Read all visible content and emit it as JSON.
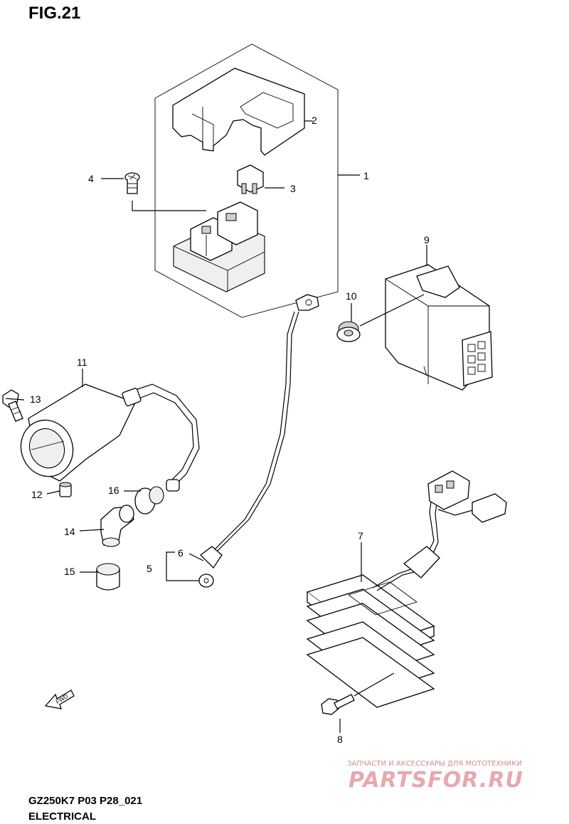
{
  "figure": {
    "title": "FIG.21"
  },
  "callouts": [
    {
      "id": "1",
      "text": "1"
    },
    {
      "id": "2",
      "text": "2"
    },
    {
      "id": "3",
      "text": "3"
    },
    {
      "id": "4",
      "text": "4"
    },
    {
      "id": "5",
      "text": "5"
    },
    {
      "id": "6",
      "text": "6"
    },
    {
      "id": "7",
      "text": "7"
    },
    {
      "id": "8",
      "text": "8"
    },
    {
      "id": "9",
      "text": "9"
    },
    {
      "id": "10",
      "text": "10"
    },
    {
      "id": "11",
      "text": "11"
    },
    {
      "id": "12",
      "text": "12"
    },
    {
      "id": "13",
      "text": "13"
    },
    {
      "id": "14",
      "text": "14"
    },
    {
      "id": "15",
      "text": "15"
    },
    {
      "id": "16",
      "text": "16"
    }
  ],
  "direction_marker": {
    "text": "FWD"
  },
  "footer": {
    "code": "GZ250K7 P03 P28_021",
    "section": "ELECTRICAL"
  },
  "watermark": {
    "tagline": "ЗАПЧАСТИ И АКСЕССУАРЫ ДЛЯ МОТОТЕХНИКИ",
    "brand": "PARTSFOR.RU"
  }
}
